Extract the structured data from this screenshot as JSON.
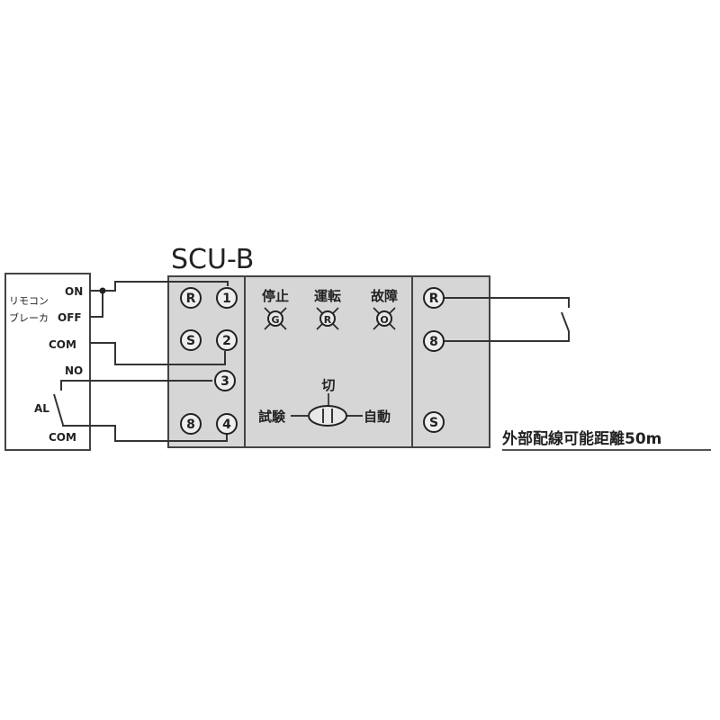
{
  "title": "SCU-B",
  "breaker": {
    "label_line1": "リモコン",
    "label_line2": "ブレーカ",
    "terminals": {
      "on": "ON",
      "off": "OFF",
      "com1": "COM",
      "no": "NO",
      "com2": "COM"
    },
    "alarm_label": "AL"
  },
  "unit": {
    "left_terminals": {
      "r": "R",
      "one": "1",
      "s": "S",
      "two": "2",
      "three": "3",
      "eight": "8",
      "four": "4"
    },
    "indicators": [
      {
        "label": "停止",
        "lamp": "G"
      },
      {
        "label": "運転",
        "lamp": "R"
      },
      {
        "label": "故障",
        "lamp": "O"
      }
    ],
    "switch": {
      "top_label": "切",
      "left_label": "試験",
      "right_label": "自動"
    },
    "right_terminals": {
      "r": "R",
      "eight": "8",
      "s": "S"
    }
  },
  "note": "外部配線可能距離50m",
  "colors": {
    "line": "#333333",
    "panel": "#d6d6d6",
    "panel_border": "#444444"
  }
}
